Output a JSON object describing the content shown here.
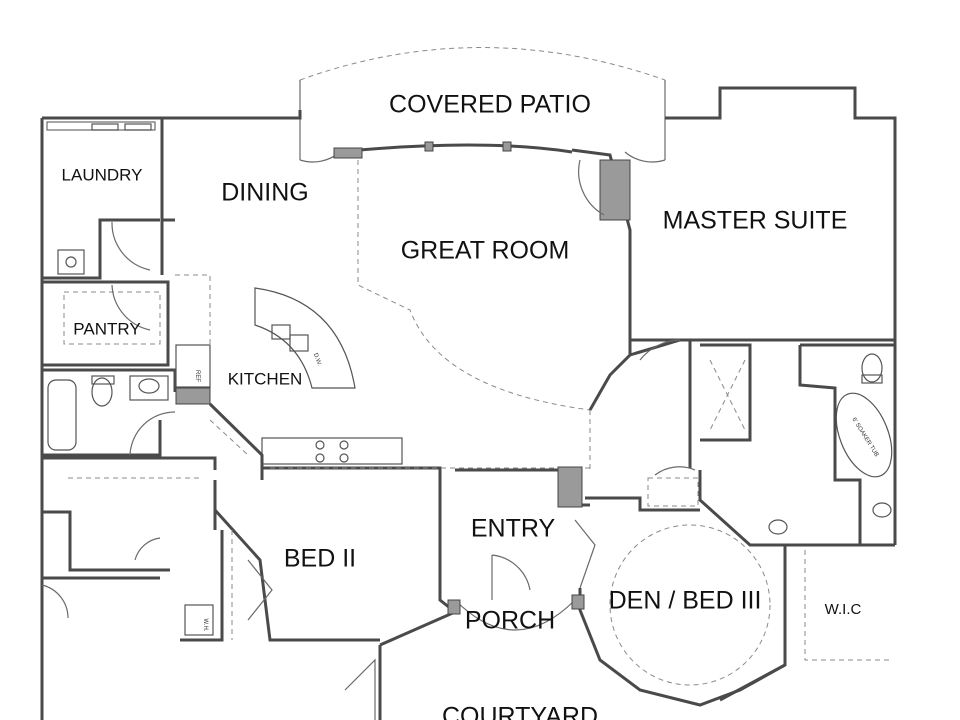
{
  "rooms": {
    "covered_patio": "COVERED PATIO",
    "laundry": "LAUNDRY",
    "dining": "DINING",
    "great_room": "GREAT ROOM",
    "master_suite": "MASTER SUITE",
    "pantry": "PANTRY",
    "kitchen": "KITCHEN",
    "entry": "ENTRY",
    "bed_ii": "BED II",
    "den_bed_iii": "DEN /  BED III",
    "porch": "PORCH",
    "wic": "W.I.C",
    "courtyard": "COURTYARD"
  },
  "fixtures": {
    "soaker_tub": "6' SOAKER TUB",
    "ref": "REF",
    "dw": "D.W.",
    "wh": "W.H."
  },
  "colors": {
    "wall": "#4a4a4a",
    "fill": "#9a9a9a"
  }
}
